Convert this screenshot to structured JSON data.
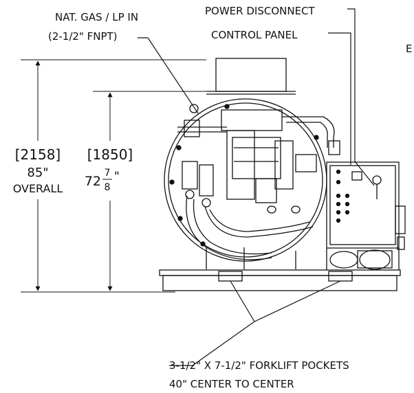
{
  "labels": {
    "gas_inlet": "NAT. GAS / LP IN",
    "gas_inlet_size": "(2-1/2\" FNPT)",
    "power_disconnect": "POWER DISCONNECT",
    "control_panel": "CONTROL PANEL",
    "edge_fragment": "E",
    "forklift_pockets": "3-1/2\" X 7-1/2\" FORKLIFT POCKETS",
    "forklift_spacing": "40\" CENTER TO CENTER"
  },
  "dimensions": {
    "overall_mm": "[2158]",
    "overall_in": "85\"",
    "overall_word": "OVERALL",
    "height_mm": "[1850]",
    "height_whole": "72",
    "height_frac_num": "7",
    "height_frac_den": "8",
    "height_inch_mark": "\""
  },
  "colors": {
    "line": "#111111",
    "background": "#ffffff"
  }
}
